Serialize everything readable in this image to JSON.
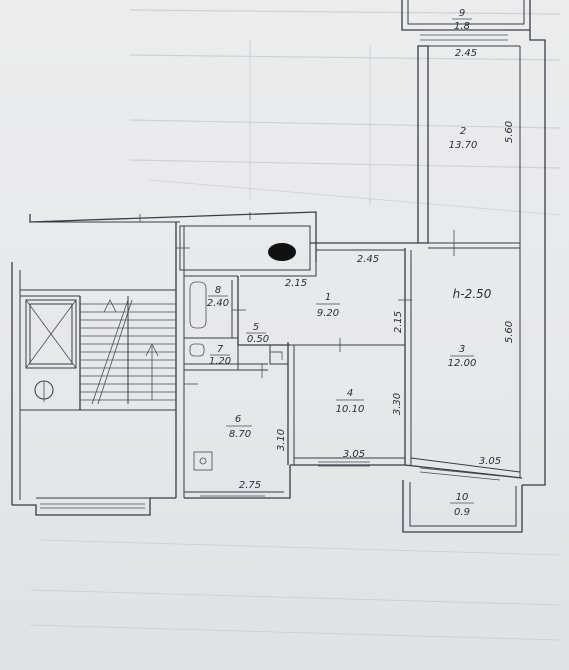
{
  "rooms": [
    {
      "id": "1",
      "number": "1",
      "area": "9.20"
    },
    {
      "id": "2",
      "number": "2",
      "area": "13.70"
    },
    {
      "id": "3",
      "number": "3",
      "area": "12.00"
    },
    {
      "id": "4",
      "number": "4",
      "area": "10.10"
    },
    {
      "id": "5",
      "number": "5",
      "area": "0.50"
    },
    {
      "id": "6",
      "number": "6",
      "area": "8.70"
    },
    {
      "id": "7",
      "number": "7",
      "area": "1.20"
    },
    {
      "id": "8",
      "number": "8",
      "area": "2.40"
    },
    {
      "id": "9",
      "number": "9",
      "area": "1.8"
    },
    {
      "id": "10",
      "number": "10",
      "area": "0.9"
    }
  ],
  "ceiling_height": "h-2.50",
  "dimensions": {
    "room2_width": "2.45",
    "room2_length": "5.60",
    "room1_width": "2.45",
    "room1_depth": "2.15",
    "room1_top": "2.15",
    "room3_length": "5.60",
    "room4_width": "3.05",
    "room4_depth": "3.30",
    "room3_width": "3.05",
    "room6_width": "2.75",
    "room6_depth": "3.10"
  }
}
